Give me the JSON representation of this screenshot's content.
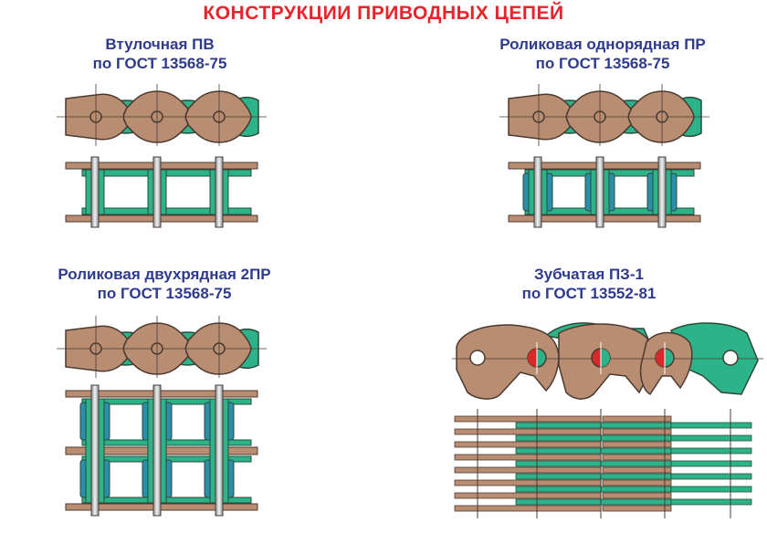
{
  "title": "КОНСТРУКЦИИ ПРИВОДНЫХ ЦЕПЕЙ",
  "colors": {
    "title": "#e8242a",
    "caption": "#2e3a8c",
    "outer_plate": "#b98d72",
    "inner_plate": "#2db38a",
    "pin": "#c8cdd0",
    "outline": "#4a3a30"
  },
  "sections": [
    {
      "line1": "Втулочная ПВ",
      "line2": "по ГОСТ 13568-75"
    },
    {
      "line1": "Роликовая однорядная ПР",
      "line2": "по ГОСТ 13568-75"
    },
    {
      "line1": "Роликовая двухрядная 2ПР",
      "line2": "по ГОСТ 13568-75"
    },
    {
      "line1": "Зубчатая ПЗ-1",
      "line2": "по ГОСТ 13552-81"
    }
  ]
}
